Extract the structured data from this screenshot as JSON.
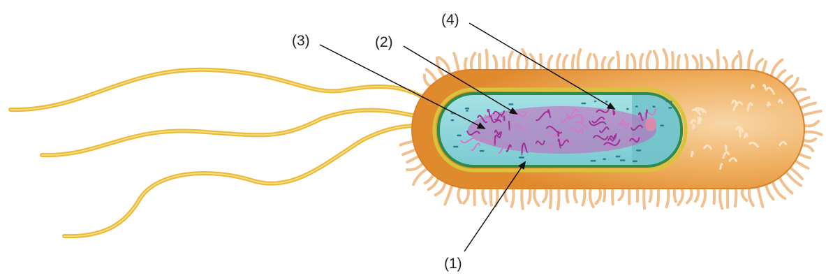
{
  "labels": [
    {
      "key": "l1",
      "text": "(1)"
    },
    {
      "key": "l2",
      "text": "(2)"
    },
    {
      "key": "l3",
      "text": "(3)"
    },
    {
      "key": "l4",
      "text": "(4)"
    }
  ],
  "colors": {
    "cell_body": "#E7973D",
    "cell_body_light": "#F6C98C",
    "pili": "#F1C08E",
    "flagella": "#E9B93A",
    "outer_membrane": "#D9C33A",
    "inner_wall": "#2E8B4A",
    "cytoplasm": "#8ED6DC",
    "nucleoid": "#B03AA3",
    "ribosomes": "#2C7A8A",
    "pointer": "#111111"
  },
  "icons": [
    "bacterium-cell",
    "flagellum",
    "pilus",
    "nucleoid",
    "ribosome",
    "pointer-arrow"
  ]
}
